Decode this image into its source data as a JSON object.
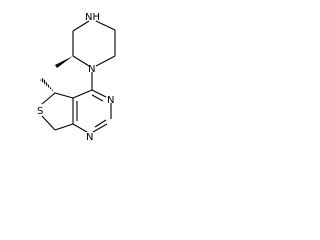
{
  "molecule": {
    "atoms": {
      "piperazine_nh": "NH",
      "piperazine_n": "N",
      "pyrimidine_n_upper": "N",
      "pyrimidine_n_lower": "N",
      "thiophene_s": "S"
    }
  },
  "colors": {
    "bond": "#000000",
    "label": "#000000",
    "background": "#ffffff"
  }
}
